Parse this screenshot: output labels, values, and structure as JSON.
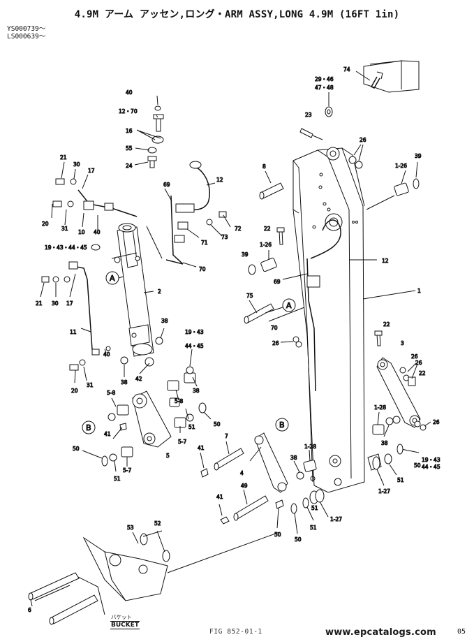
{
  "header": {
    "title": "4.9M アーム アッセン,ロング・ARM ASSY,LONG 4.9M (16FT 1in)",
    "serial_1": "YS000739～",
    "serial_2": "LS000639～"
  },
  "callouts": [
    "40",
    "12・70",
    "16",
    "55",
    "24",
    "21",
    "30",
    "17",
    "20",
    "31",
    "10",
    "40",
    "19・43・44・45",
    "21",
    "30",
    "17",
    "11",
    "40",
    "38",
    "31",
    "20",
    "2",
    "42",
    "38",
    "38",
    "5-8",
    "5-8",
    "51",
    "50",
    "41",
    "5",
    "5-7",
    "50",
    "51",
    "5-7",
    "41",
    "7",
    "12",
    "69",
    "71",
    "73",
    "72",
    "70",
    "29・46",
    "47・48",
    "74",
    "23",
    "26",
    "8",
    "1-26",
    "39",
    "22",
    "1-26",
    "39",
    "69",
    "12",
    "75",
    "70",
    "26",
    "1",
    "22",
    "3",
    "26",
    "26",
    "22",
    "26",
    "1-28",
    "38",
    "19・43",
    "44・45",
    "50",
    "51",
    "1-27",
    "38",
    "1-28",
    "51",
    "50",
    "1-27",
    "4",
    "49",
    "41",
    "50",
    "51",
    "53",
    "52",
    "6",
    "19・43",
    "44・45"
  ],
  "sections": [
    "A",
    "A",
    "B",
    "B"
  ],
  "footer": {
    "bucket_jp": "バケット",
    "bucket_en": "BUCKET",
    "figure_no": "FIG 852-01-1",
    "website": "www.epcatalogs.com",
    "page": "05"
  }
}
